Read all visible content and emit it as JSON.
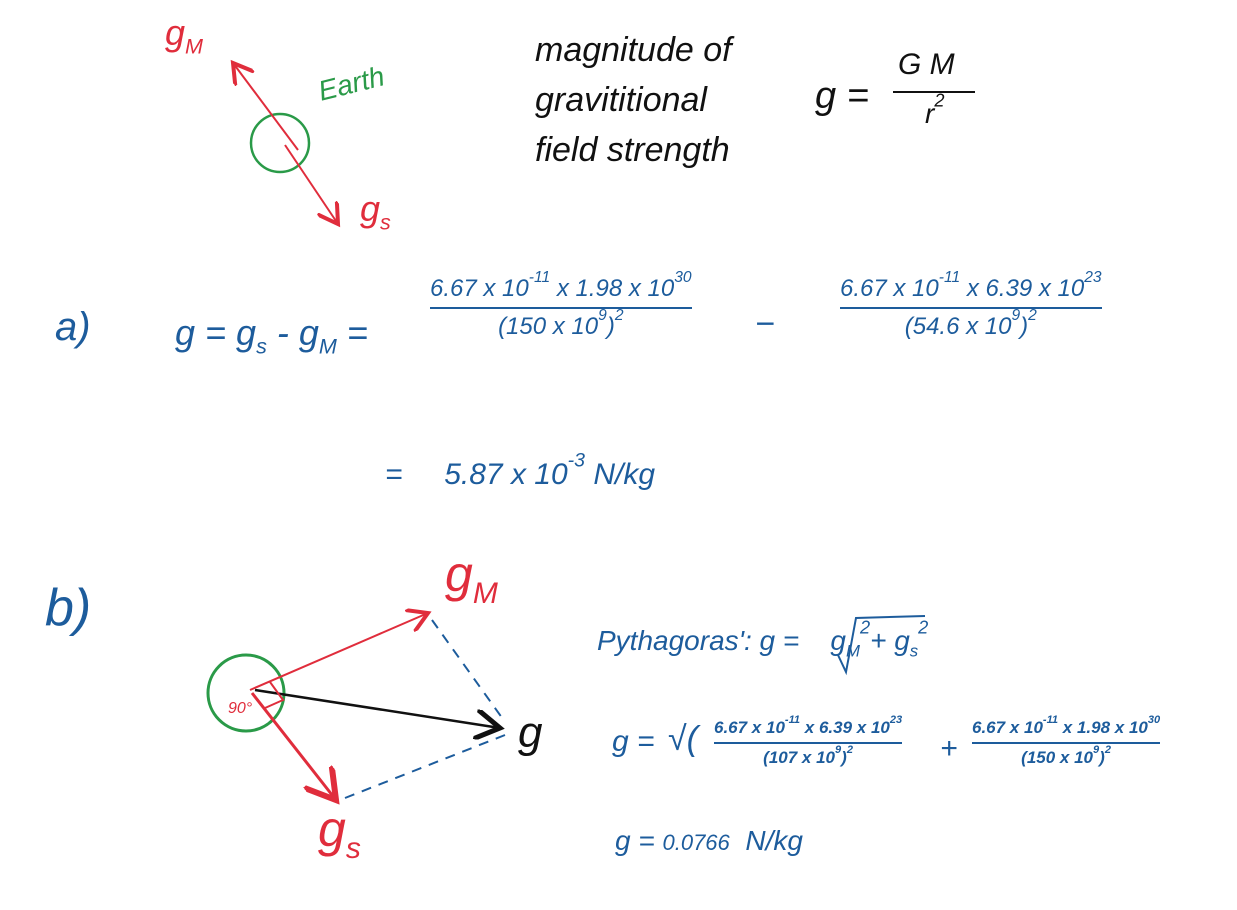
{
  "colors": {
    "ink_blue": "#1d5c9c",
    "ink_red": "#e02d3c",
    "ink_green": "#2a9a48",
    "ink_black": "#111111"
  },
  "top": {
    "diagram": {
      "gm_label": "g",
      "gm_sub": "M",
      "earth_label": "Earth",
      "gs_label": "g",
      "gs_sub": "s"
    },
    "heading_lines": [
      "magnitude of",
      "gravititional",
      "field strength"
    ],
    "formula": {
      "lhs": "g =",
      "numerator": "G M",
      "denominator": "r",
      "denominator_exp": "2"
    }
  },
  "part_a": {
    "label": "a)",
    "lhs": "g = g",
    "lhs_sub1": "s",
    "minus": "- g",
    "lhs_sub2": "M",
    "equals": "=",
    "frac1": {
      "num_a": "6.67 x 10",
      "num_a_exp": "-11",
      "num_b": "x 1.98 x 10",
      "num_b_exp": "30",
      "den": "(150 x 10",
      "den_exp": "9",
      "den_close": ")",
      "den_pow": "2"
    },
    "op": "−",
    "frac2": {
      "num_a": "6.67 x 10",
      "num_a_exp": "-11",
      "num_b": "x 6.39 x 10",
      "num_b_exp": "23",
      "den": "(54.6 x 10",
      "den_exp": "9",
      "den_close": ")",
      "den_pow": "2"
    },
    "result": {
      "eq": "=",
      "value": "5.87 x 10",
      "exp": "-3",
      "unit": "N/kg"
    }
  },
  "part_b": {
    "label": "b)",
    "diagram": {
      "gm_label": "g",
      "gm_sub": "M",
      "gs_label": "g",
      "gs_sub": "s",
      "g_label": "g",
      "angle_label": "90°"
    },
    "pythagoras": {
      "prefix": "Pythagoras':",
      "lhs": "g =",
      "root": "g",
      "root_sub1": "M",
      "sq1": "2",
      "plus": "+ g",
      "root_sub2": "s",
      "sq2": "2"
    },
    "calc": {
      "lhs": "g =",
      "open": "√(",
      "frac1": {
        "num_a": "6.67 x 10",
        "num_a_exp": "-11",
        "num_b": "x 6.39 x 10",
        "num_b_exp": "23",
        "den": "(107 x 10",
        "den_exp": "9",
        "den_close": ")",
        "den_pow": "2"
      },
      "plus": "+",
      "frac2": {
        "num_a": "6.67 x 10",
        "num_a_exp": "-11",
        "num_b": "x 1.98 x 10",
        "num_b_exp": "30",
        "den": "(150 x 10",
        "den_exp": "9",
        "den_close": ")",
        "den_pow": "2"
      }
    },
    "result": {
      "lhs": "g =",
      "value": "0.0766",
      "unit": "N/kg"
    }
  }
}
